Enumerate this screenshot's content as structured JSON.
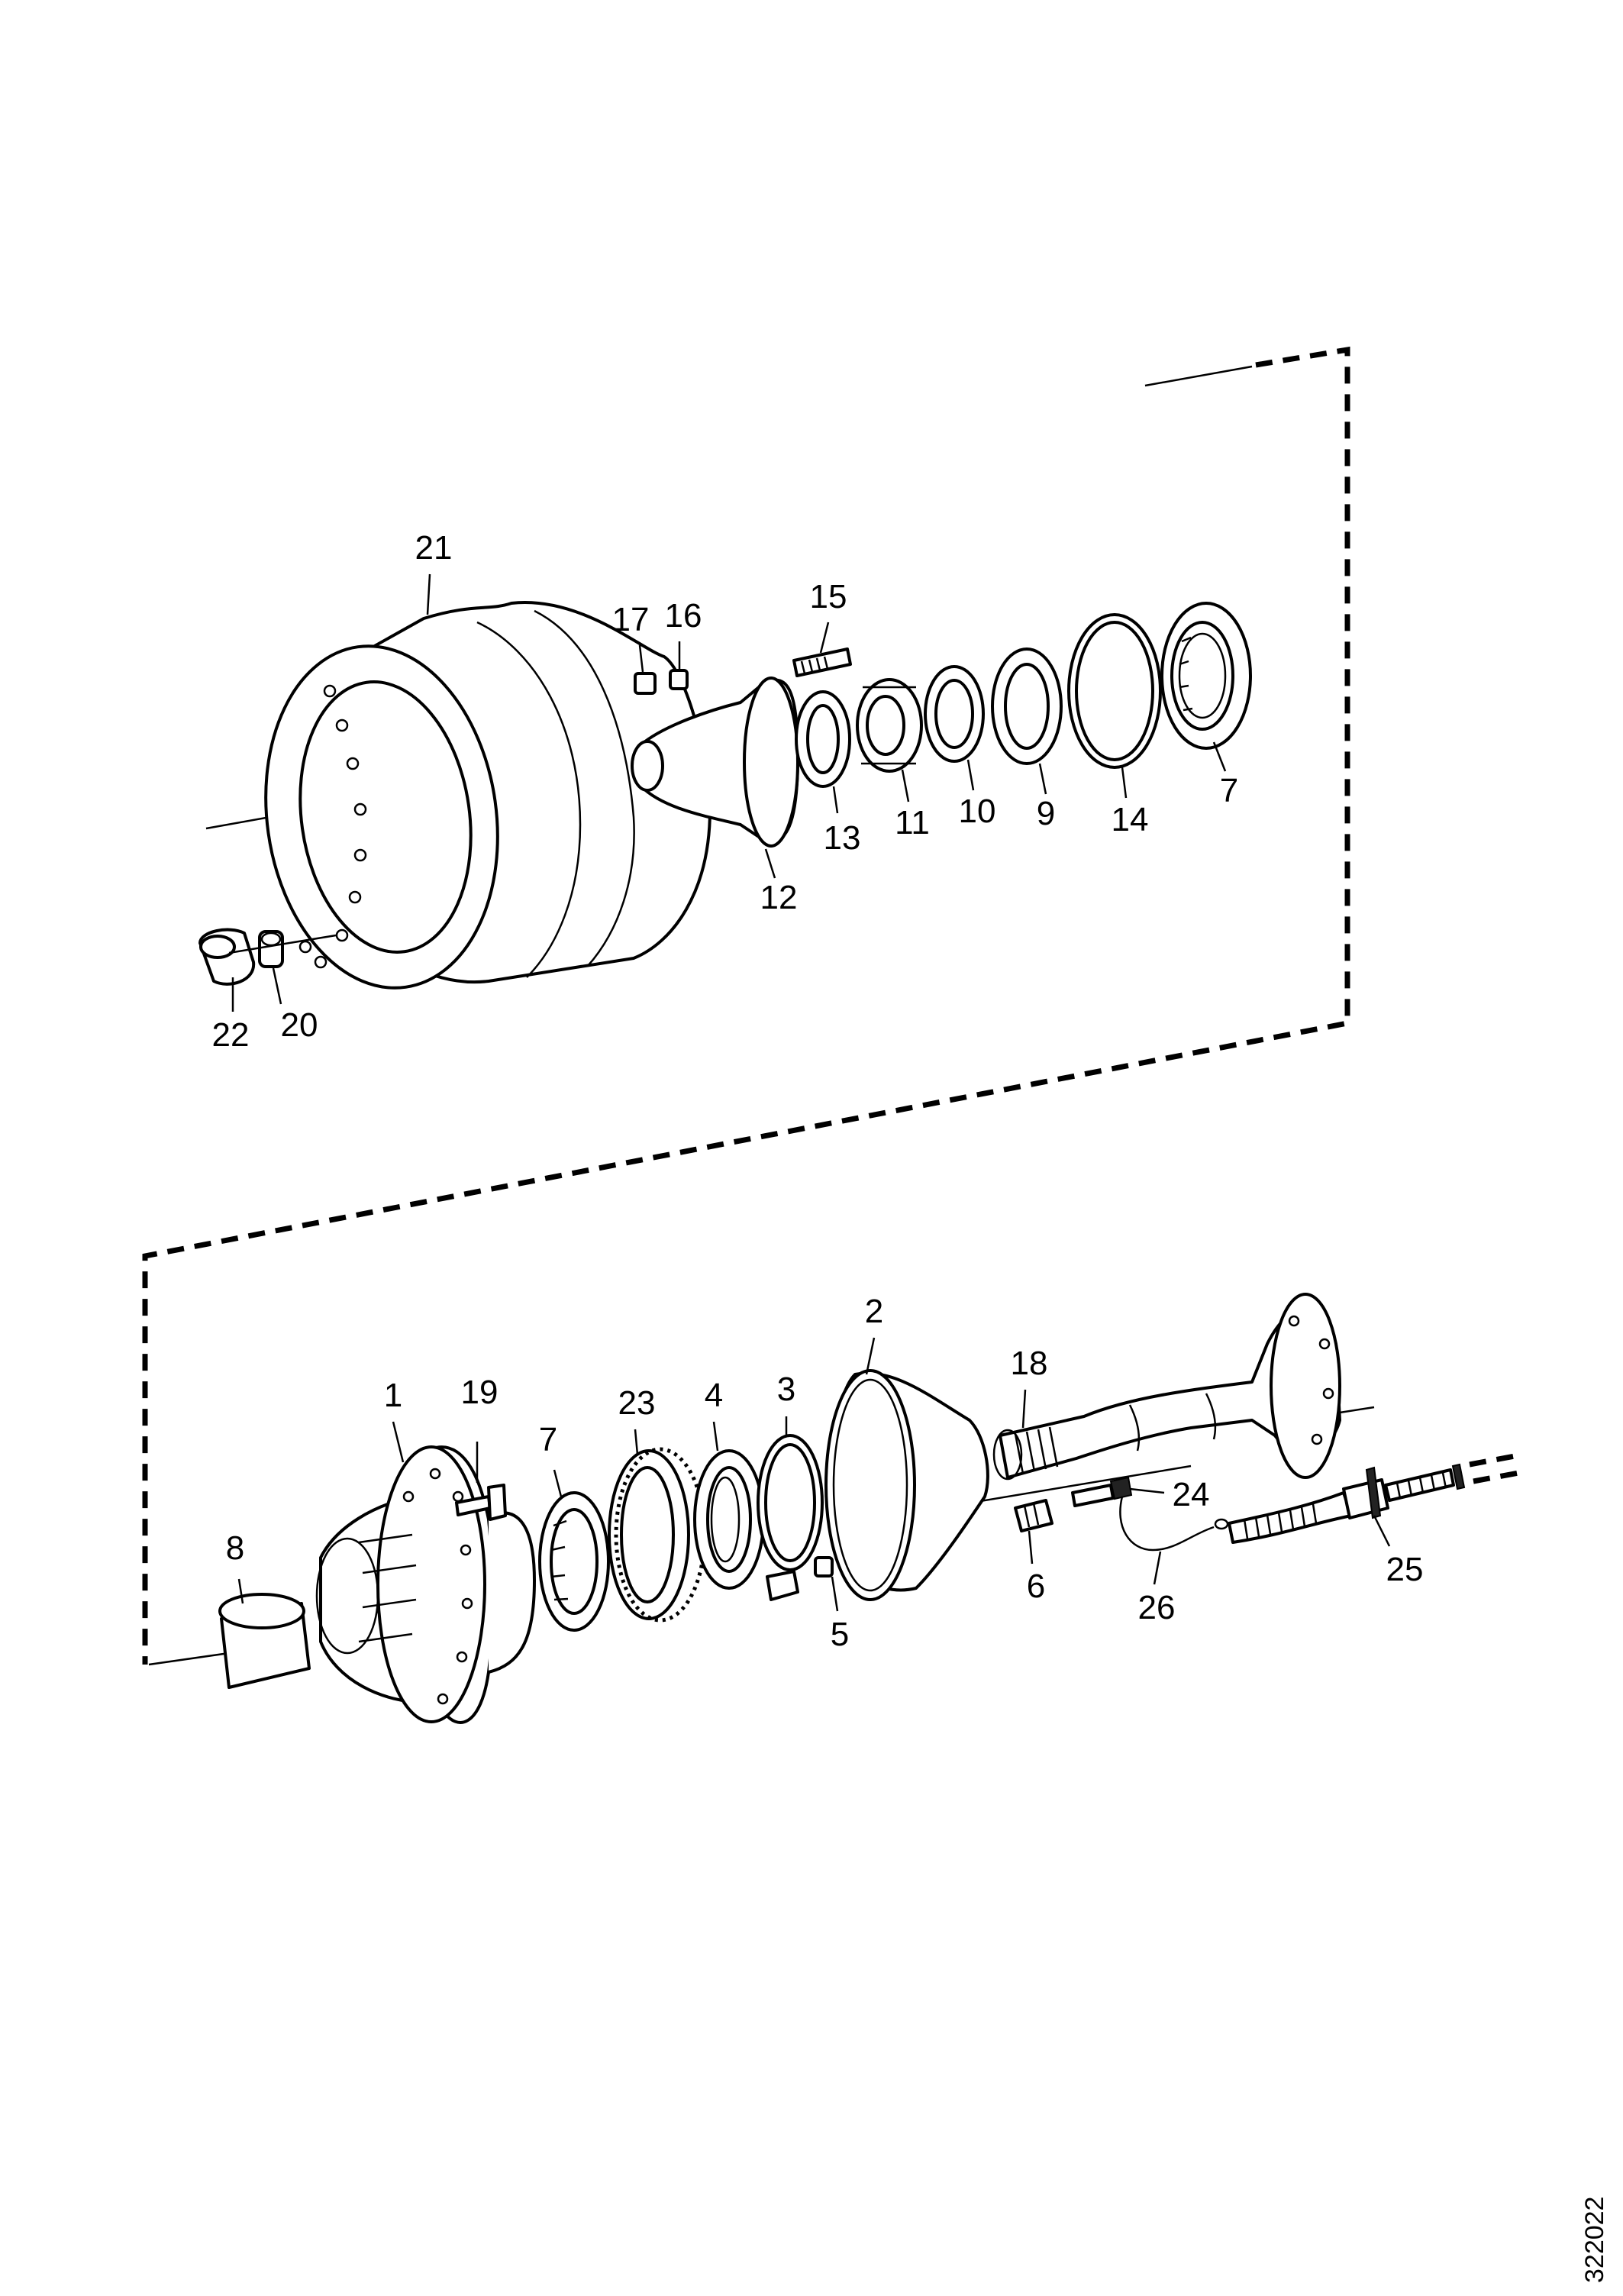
{
  "labels": {
    "p1": "1",
    "p2": "2",
    "p3": "3",
    "p4": "4",
    "p5": "5",
    "p6": "6",
    "p7a": "7",
    "p7b": "7",
    "p8": "8",
    "p9": "9",
    "p10": "10",
    "p11": "11",
    "p12": "12",
    "p13": "13",
    "p14": "14",
    "p15": "15",
    "p16": "16",
    "p17": "17",
    "p18": "18",
    "p19": "19",
    "p20": "20",
    "p21": "21",
    "p22": "22",
    "p23": "23",
    "p24": "24",
    "p25": "25",
    "p26": "26"
  },
  "drawing_number": "322022"
}
